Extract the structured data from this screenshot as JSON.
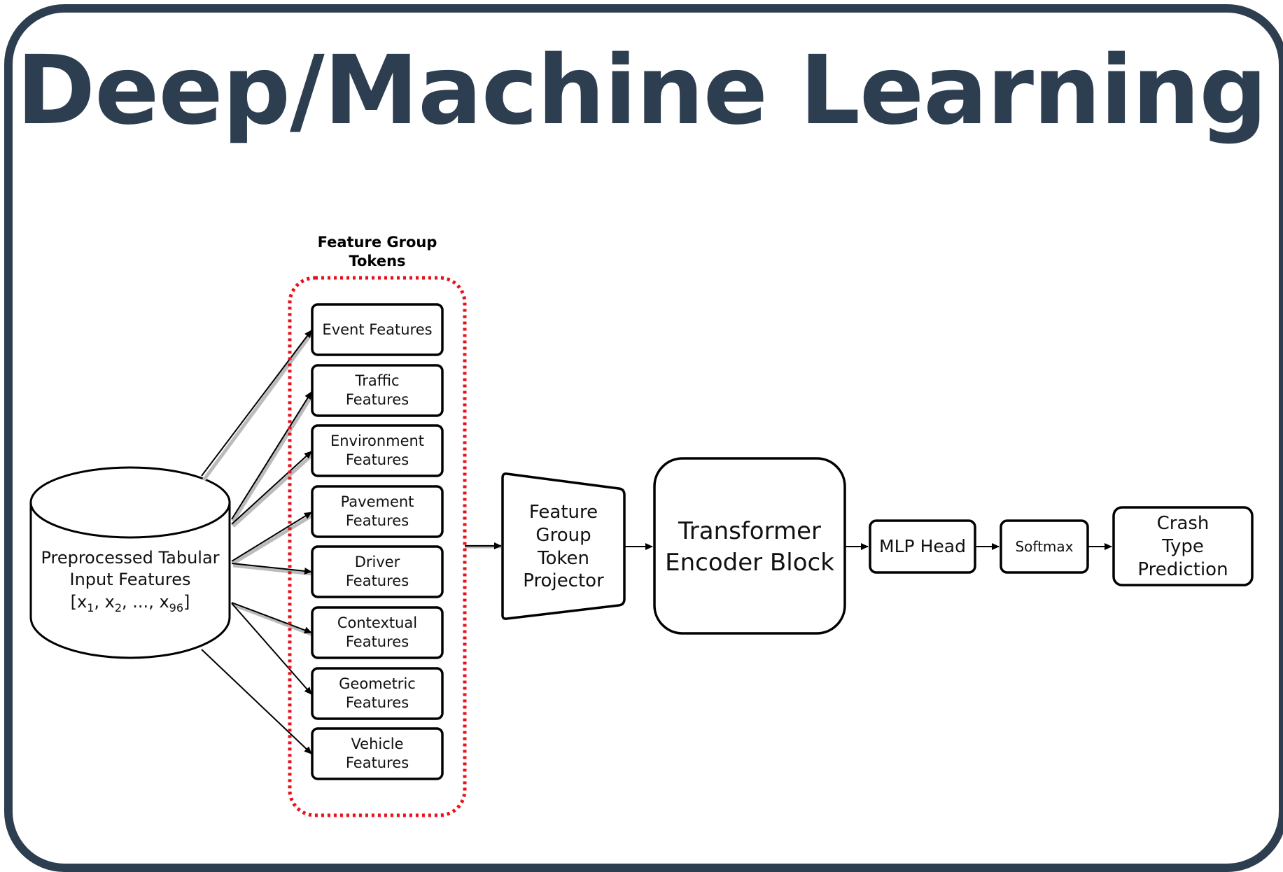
{
  "title": "Deep/Machine Learning",
  "colors": {
    "frame": "#2d3e50",
    "title": "#2d3e50",
    "group_border": "#e8101a",
    "stroke": "#000000"
  },
  "input_node": {
    "lines": [
      "Preprocessed Tabular",
      "Input Features"
    ],
    "vector": {
      "open": "[",
      "x": "x",
      "s1": "1",
      "s2": "2",
      "s96": "96",
      "sep": ", ",
      "ellipsis": "...",
      "close": "]"
    }
  },
  "feature_group": {
    "title_lines": [
      "Feature Group",
      "Tokens"
    ],
    "tokens": [
      {
        "lines": [
          "Event Features"
        ]
      },
      {
        "lines": [
          "Traffic",
          "Features"
        ]
      },
      {
        "lines": [
          "Environment",
          "Features"
        ]
      },
      {
        "lines": [
          "Pavement",
          "Features"
        ]
      },
      {
        "lines": [
          "Driver",
          "Features"
        ]
      },
      {
        "lines": [
          "Contextual",
          "Features"
        ]
      },
      {
        "lines": [
          "Geometric",
          "Features"
        ]
      },
      {
        "lines": [
          "Vehicle",
          "Features"
        ]
      }
    ]
  },
  "projector": {
    "lines": [
      "Feature",
      "Group",
      "Token",
      "Projector"
    ]
  },
  "encoder": {
    "lines": [
      "Transformer",
      "Encoder Block"
    ]
  },
  "mlp_head": {
    "label": "MLP Head"
  },
  "softmax": {
    "label": "Softmax"
  },
  "output": {
    "lines": [
      "Crash",
      "Type",
      "Prediction"
    ]
  }
}
